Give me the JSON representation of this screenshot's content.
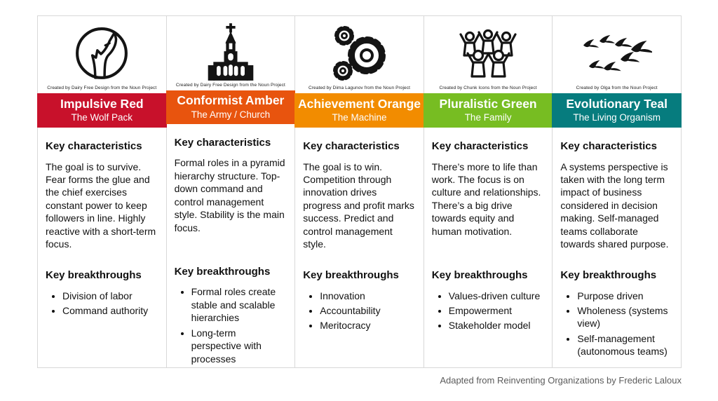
{
  "page": {
    "background": "#ffffff",
    "border_color": "#d8d8d8"
  },
  "labels": {
    "characteristics": "Key characteristics",
    "breakthroughs": "Key breakthroughs"
  },
  "columns": [
    {
      "title": "Impulsive Red",
      "subtitle": "The Wolf Pack",
      "color": "#C8112B",
      "icon": "wolf-icon",
      "attribution": "Created by Dairy Free Design from the Noun Project",
      "characteristics": "The goal is to survive. Fear forms the glue and the chief exercises constant power to keep followers in line. Highly reactive with a short-term focus.",
      "breakthroughs": [
        "Division of labor",
        "Command authority"
      ]
    },
    {
      "title": "Conformist Amber",
      "subtitle": "The Army / Church",
      "color": "#E8540E",
      "icon": "church-icon",
      "attribution": "Created by Dairy Free Design from the Noun Project",
      "characteristics": "Formal roles in a pyramid hierarchy structure.  Top-down command and control management style. Stability is the main focus.",
      "breakthroughs": [
        "Formal roles create stable and scalable hierarchies",
        "Long-term perspective with processes"
      ]
    },
    {
      "title": "Achievement Orange",
      "subtitle": "The Machine",
      "color": "#F28C00",
      "icon": "gears-icon",
      "attribution": "Created by Dima Lagunov from the Noun Project",
      "characteristics": "The goal is to win. Competition through innovation drives progress and profit marks success.  Predict and control management style.",
      "breakthroughs": [
        "Innovation",
        "Accountability",
        "Meritocracy"
      ]
    },
    {
      "title": "Pluralistic Green",
      "subtitle": "The Family",
      "color": "#77BD22",
      "icon": "people-icon",
      "attribution": "Created by Chunk Icons from the Noun Project",
      "characteristics": "There’s more to life than work.  The focus is on culture and relationships. There’s a big drive towards equity and human motivation.",
      "breakthroughs": [
        "Values-driven culture",
        "Empowerment",
        "Stakeholder model"
      ]
    },
    {
      "title": "Evolutionary Teal",
      "subtitle": "The Living Organism",
      "color": "#067C7E",
      "icon": "birds-icon",
      "attribution": "Created by Olga from the Noun Project",
      "characteristics": "A systems perspective is taken with the long term impact of business considered in decision making.  Self-managed teams collaborate towards shared purpose.",
      "breakthroughs": [
        "Purpose driven",
        "Wholeness (systems view)",
        "Self-management (autonomous teams)"
      ]
    }
  ],
  "footer": {
    "text": "Adapted from Reinventing Organizations by Frederic Laloux"
  }
}
